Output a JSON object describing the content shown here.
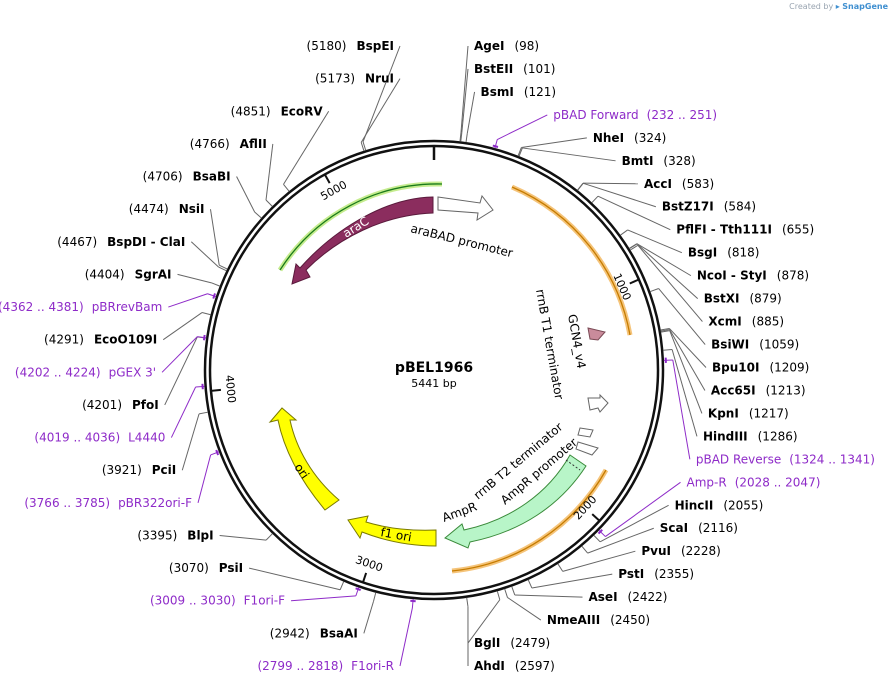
{
  "header": {
    "created_by": "Created by",
    "brand": "SnapGene"
  },
  "plasmid": {
    "name": "pBEL1966",
    "length_label": "5441 bp",
    "length": 5441
  },
  "ticks": [
    {
      "label": "1000",
      "bp": 1000
    },
    {
      "label": "2000",
      "bp": 2000
    },
    {
      "label": "3000",
      "bp": 3000
    },
    {
      "label": "4000",
      "bp": 4000
    },
    {
      "label": "5000",
      "bp": 5000
    }
  ],
  "sites": [
    {
      "name": "AgeI",
      "pos": "(98)",
      "side": "right"
    },
    {
      "name": "BstEII",
      "pos": "(101)",
      "side": "right"
    },
    {
      "name": "BsmI",
      "pos": "(121)",
      "side": "right"
    },
    {
      "name": "NheI",
      "pos": "(324)",
      "side": "right"
    },
    {
      "name": "BmtI",
      "pos": "(328)",
      "side": "right"
    },
    {
      "name": "AccI",
      "pos": "(583)",
      "side": "right"
    },
    {
      "name": "BstZ17I",
      "pos": "(584)",
      "side": "right"
    },
    {
      "name": "PflFI - Tth111I",
      "pos": "(655)",
      "side": "right"
    },
    {
      "name": "BsgI",
      "pos": "(818)",
      "side": "right"
    },
    {
      "name": "NcoI - StyI",
      "pos": "(878)",
      "side": "right"
    },
    {
      "name": "BstXI",
      "pos": "(879)",
      "side": "right"
    },
    {
      "name": "XcmI",
      "pos": "(885)",
      "side": "right"
    },
    {
      "name": "BsiWI",
      "pos": "(1059)",
      "side": "right"
    },
    {
      "name": "Bpu10I",
      "pos": "(1209)",
      "side": "right"
    },
    {
      "name": "Acc65I",
      "pos": "(1213)",
      "side": "right"
    },
    {
      "name": "KpnI",
      "pos": "(1217)",
      "side": "right"
    },
    {
      "name": "HindIII",
      "pos": "(1286)",
      "side": "right"
    },
    {
      "name": "HincII",
      "pos": "(2055)",
      "side": "right"
    },
    {
      "name": "ScaI",
      "pos": "(2116)",
      "side": "right"
    },
    {
      "name": "PvuI",
      "pos": "(2228)",
      "side": "right"
    },
    {
      "name": "PstI",
      "pos": "(2355)",
      "side": "right"
    },
    {
      "name": "AseI",
      "pos": "(2422)",
      "side": "right"
    },
    {
      "name": "NmeAIII",
      "pos": "(2450)",
      "side": "right"
    },
    {
      "name": "BglI",
      "pos": "(2479)",
      "side": "right"
    },
    {
      "name": "AhdI",
      "pos": "(2597)",
      "side": "right"
    },
    {
      "name": "BsaAI",
      "pos": "(2942)",
      "side": "left"
    },
    {
      "name": "PsiI",
      "pos": "(3070)",
      "side": "left"
    },
    {
      "name": "BlpI",
      "pos": "(3395)",
      "side": "left"
    },
    {
      "name": "PciI",
      "pos": "(3921)",
      "side": "left"
    },
    {
      "name": "PfoI",
      "pos": "(4201)",
      "side": "left"
    },
    {
      "name": "EcoO109I",
      "pos": "(4291)",
      "side": "left"
    },
    {
      "name": "SgrAI",
      "pos": "(4404)",
      "side": "left"
    },
    {
      "name": "BspDI - ClaI",
      "pos": "(4467)",
      "side": "left"
    },
    {
      "name": "NsiI",
      "pos": "(4474)",
      "side": "left"
    },
    {
      "name": "BsaBI",
      "pos": "(4706)",
      "side": "left"
    },
    {
      "name": "AflII",
      "pos": "(4766)",
      "side": "left"
    },
    {
      "name": "EcoRV",
      "pos": "(4851)",
      "side": "left"
    },
    {
      "name": "NruI",
      "pos": "(5173)",
      "side": "left"
    },
    {
      "name": "BspEI",
      "pos": "(5180)",
      "side": "left"
    }
  ],
  "primers": [
    {
      "name": "pBAD Forward",
      "range": "(232 .. 251)",
      "side": "right"
    },
    {
      "name": "pBAD Reverse",
      "range": "(1324 .. 1341)",
      "side": "right"
    },
    {
      "name": "Amp-R",
      "range": "(2028 .. 2047)",
      "side": "right"
    },
    {
      "name": "F1ori-R",
      "range": "(2799 .. 2818)",
      "side": "left"
    },
    {
      "name": "F1ori-F",
      "range": "(3009 .. 3030)",
      "side": "left"
    },
    {
      "name": "pBR322ori-F",
      "range": "(3766 .. 3785)",
      "side": "left"
    },
    {
      "name": "L4440",
      "range": "(4019 .. 4036)",
      "side": "left"
    },
    {
      "name": "pGEX 3'",
      "range": "(4202 .. 4224)",
      "side": "left"
    },
    {
      "name": "pBRrevBam",
      "range": "(4362 .. 4381)",
      "side": "left"
    }
  ],
  "features": [
    {
      "name": "araC",
      "color": "#8b2d5e"
    },
    {
      "name": "araBAD promoter",
      "color": "#ffffff"
    },
    {
      "name": "GCN4_v4",
      "color": "#c98b9b"
    },
    {
      "name": "rrnB T1 terminator",
      "color": "#ffffff"
    },
    {
      "name": "rrnB T2 terminator",
      "color": "#ffffff"
    },
    {
      "name": "AmpR promoter",
      "color": "#ffffff"
    },
    {
      "name": "AmpR",
      "color": "#b8f5c8"
    },
    {
      "name": "f1 ori",
      "color": "#ffff00"
    },
    {
      "name": "ori",
      "color": "#ffff00"
    }
  ],
  "colors": {
    "site_label": "#000000",
    "primer_label": "#8e2bc8",
    "orf_arc": "#f5a623",
    "orf_arc_green": "#8bc34a"
  }
}
